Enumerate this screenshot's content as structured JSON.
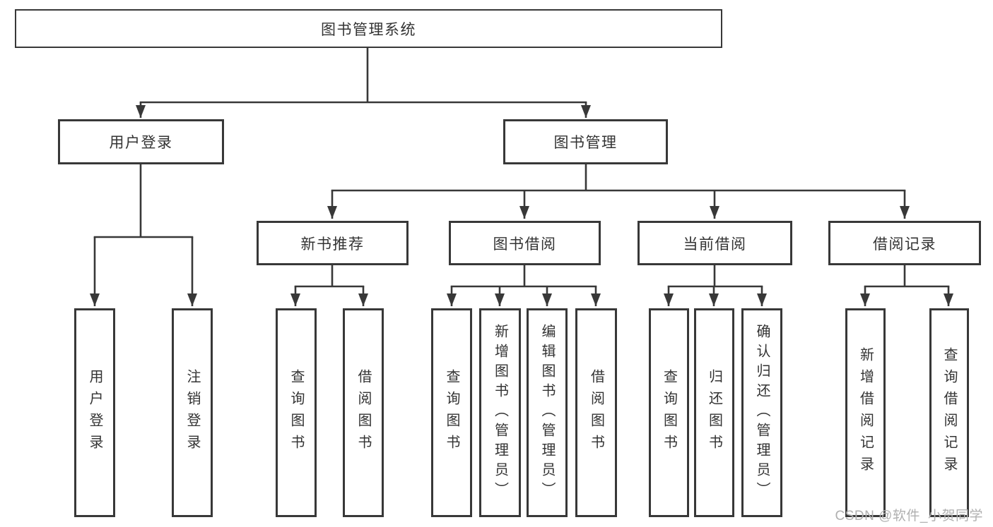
{
  "colors": {
    "line": "#383838",
    "text": "#333333",
    "watermark": "#b0b0b0"
  },
  "watermark": {
    "text": "CSDN @软件_小贺同学"
  },
  "tree": {
    "label": "图书管理系统",
    "children": [
      {
        "label": "用户登录",
        "children": [
          {
            "label": "用户登录"
          },
          {
            "label": "注销登录"
          }
        ]
      },
      {
        "label": "图书管理",
        "children": [
          {
            "label": "新书推荐",
            "children": [
              {
                "label": "查询图书"
              },
              {
                "label": "借阅图书"
              }
            ]
          },
          {
            "label": "图书借阅",
            "children": [
              {
                "label": "查询图书"
              },
              {
                "label": "新增图书（管理员）"
              },
              {
                "label": "编辑图书（管理员）"
              },
              {
                "label": "借阅图书"
              }
            ]
          },
          {
            "label": "当前借阅",
            "children": [
              {
                "label": "查询图书"
              },
              {
                "label": "归还图书"
              },
              {
                "label": "确认归还（管理员）"
              }
            ]
          },
          {
            "label": "借阅记录",
            "children": [
              {
                "label": "新增借阅记录"
              },
              {
                "label": "查询借阅记录"
              }
            ]
          }
        ]
      }
    ]
  }
}
